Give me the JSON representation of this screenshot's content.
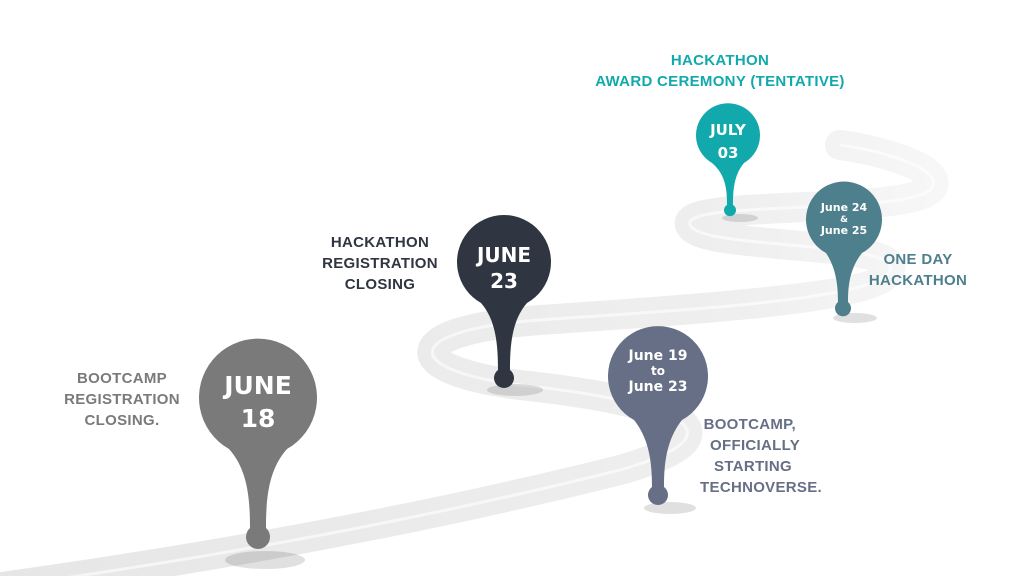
{
  "colors": {
    "gray": "#7a7a7a",
    "dark": "#2f3641",
    "slate": "#666f86",
    "teal_dark": "#4e7f8c",
    "teal": "#12a9ad",
    "road": "#ebebeb"
  },
  "milestones": [
    {
      "id": "bootcamp-registration",
      "color": "#7a7a7a",
      "pin_lines": [
        "JUNE",
        "18"
      ],
      "label_lines": [
        "BOOTCAMP",
        "REGISTRATION",
        "CLOSING."
      ]
    },
    {
      "id": "hackathon-registration",
      "color": "#2f3641",
      "pin_lines": [
        "JUNE",
        "23"
      ],
      "label_lines": [
        "HACKATHON",
        "REGISTRATION",
        "CLOSING"
      ]
    },
    {
      "id": "bootcamp-start",
      "color": "#666f86",
      "pin_lines": [
        "June 19",
        "to",
        "June 23"
      ],
      "label_lines": [
        "BOOTCAMP,",
        "OFFICIALLY",
        "STARTING",
        "TECHNOVERSE."
      ]
    },
    {
      "id": "one-day-hackathon",
      "color": "#4e7f8c",
      "pin_lines": [
        "June 24",
        "&",
        "June 25"
      ],
      "label_lines": [
        "ONE DAY",
        "HACKATHON"
      ]
    },
    {
      "id": "award-ceremony",
      "color": "#12a9ad",
      "pin_lines": [
        "JULY",
        "03"
      ],
      "label_lines": [
        "HACKATHON",
        "AWARD CEREMONY (TENTATIVE)"
      ]
    }
  ]
}
